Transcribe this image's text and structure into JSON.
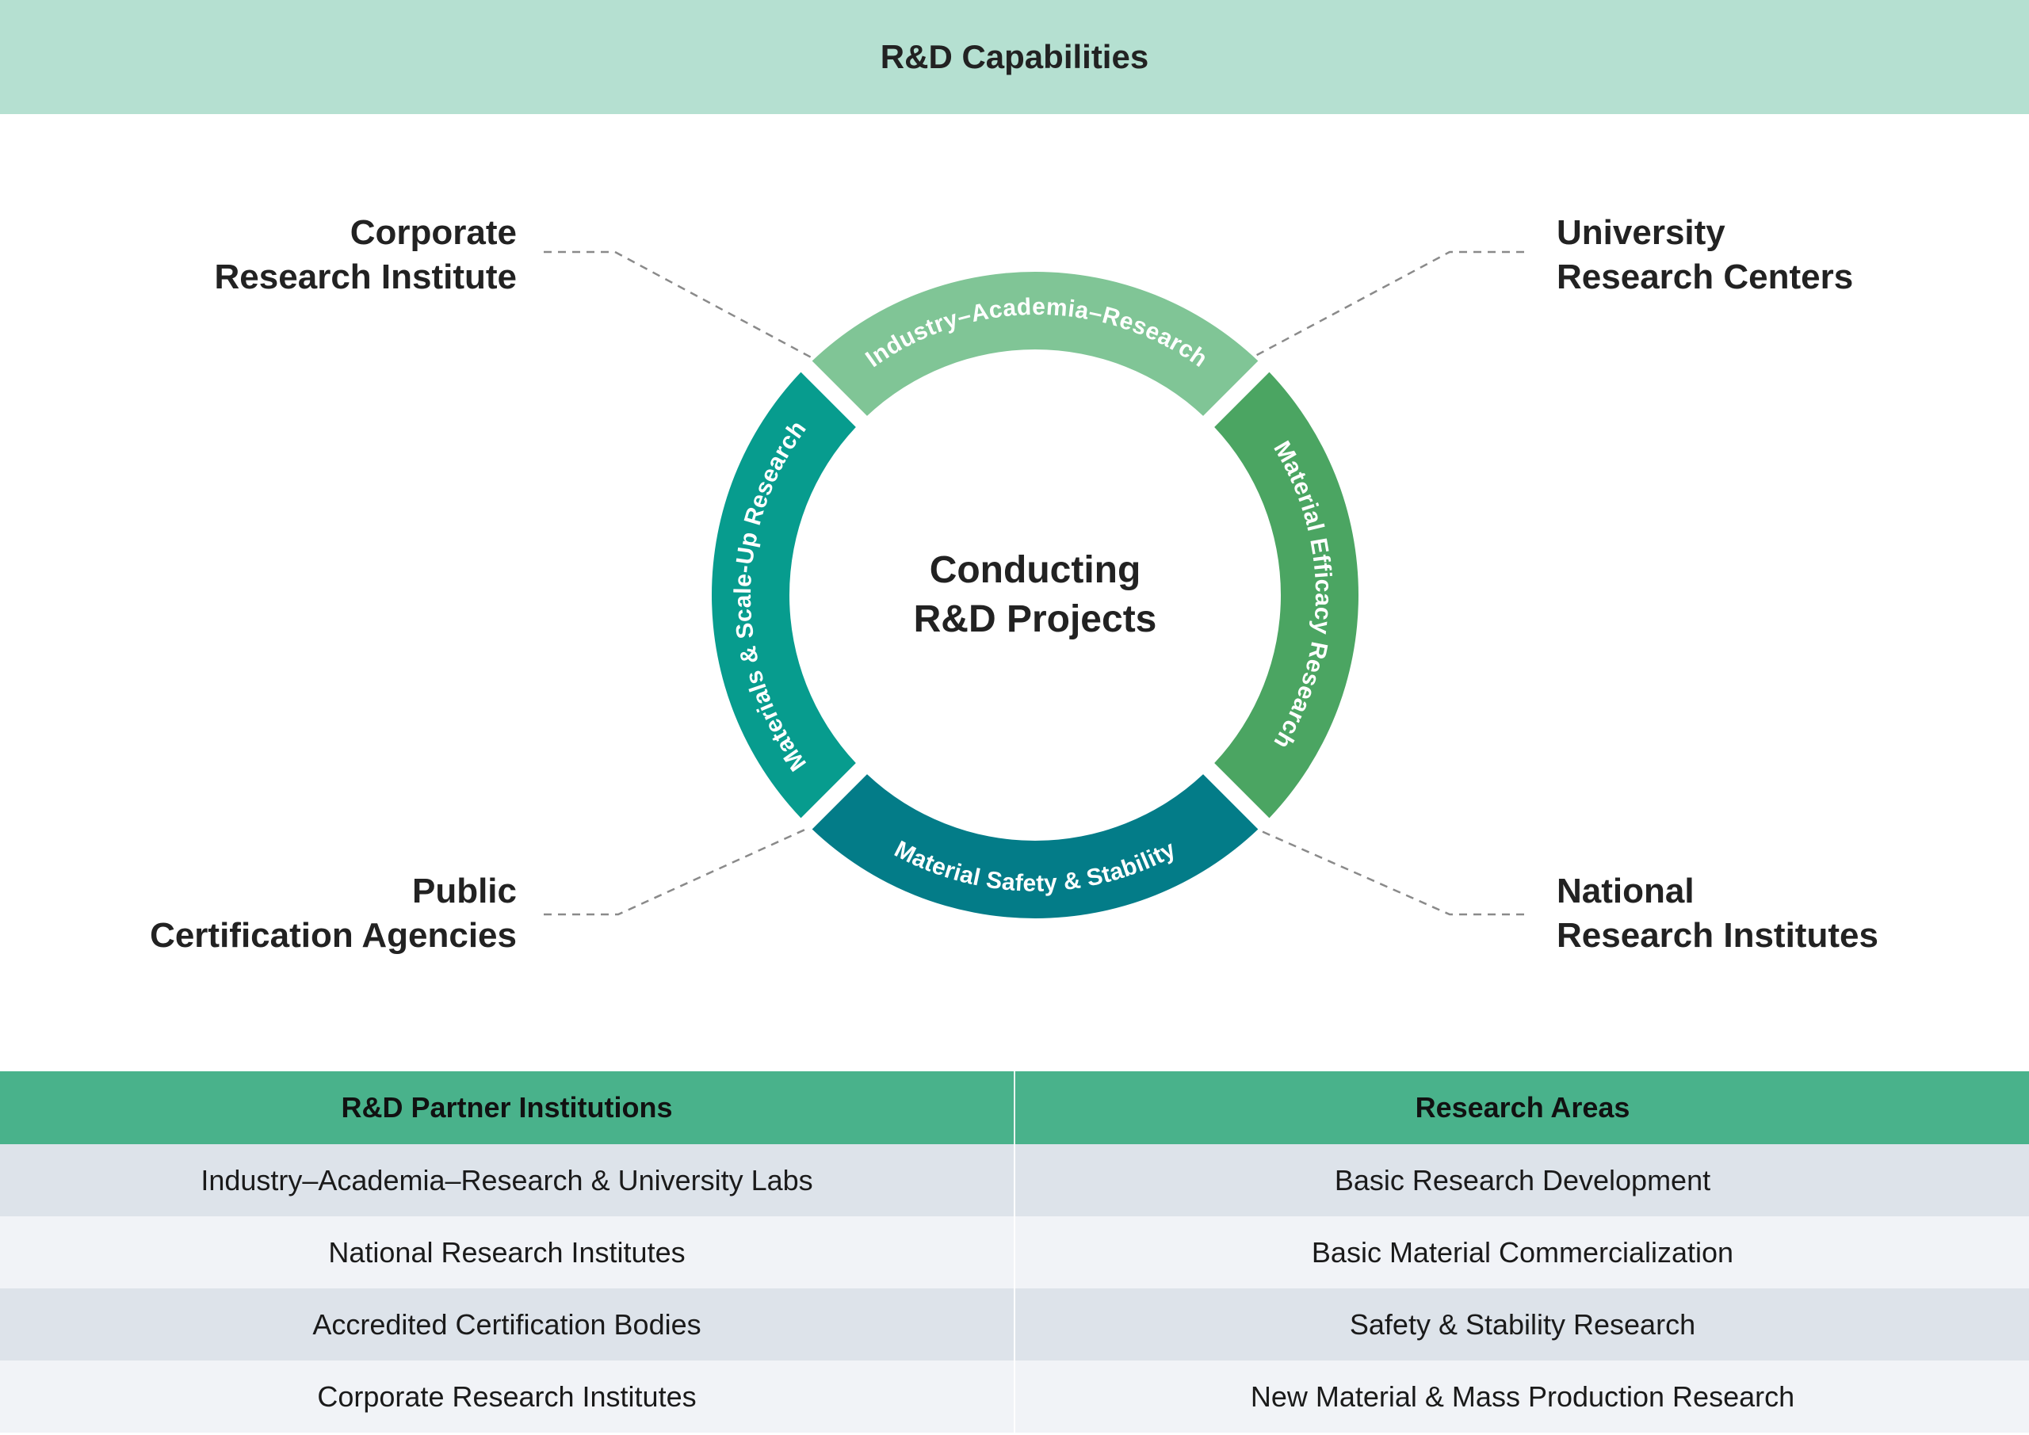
{
  "header": {
    "title": "R&D Capabilities"
  },
  "center": {
    "line1": "Conducting",
    "line2": "R&D Projects"
  },
  "ring_segments": [
    {
      "label": "Industry–Academia–Research",
      "color": "#80c596",
      "position": "top"
    },
    {
      "label": "Material Efficacy Research",
      "color": "#4ba562",
      "position": "right"
    },
    {
      "label": "Material Safety & Stability",
      "color": "#037c88",
      "position": "bottom"
    },
    {
      "label": "Materials & Scale-Up Research",
      "color": "#079c8e",
      "position": "left"
    }
  ],
  "partners": {
    "top_left": {
      "line1": "Corporate",
      "line2": "Research Institute"
    },
    "top_right": {
      "line1": "University",
      "line2": "Research Centers"
    },
    "bottom_left": {
      "line1": "Public",
      "line2": "Certification Agencies"
    },
    "bottom_right": {
      "line1": "National",
      "line2": "Research Institutes"
    }
  },
  "table": {
    "headers": [
      "R&D Partner Institutions",
      "Research Areas"
    ],
    "rows": [
      [
        "Industry–Academia–Research & University Labs",
        "Basic Research Development"
      ],
      [
        "National Research Institutes",
        "Basic Material Commercialization"
      ],
      [
        "Accredited Certification Bodies",
        "Safety & Stability Research"
      ],
      [
        "Corporate Research Institutes",
        "New Material & Mass Production Research"
      ]
    ]
  },
  "colors": {
    "header_bg": "#b5e0d1",
    "table_header_bg": "#49b28b",
    "row_odd": "#dde3ea",
    "row_even": "#f1f3f7",
    "connector": "#8a8a8a"
  }
}
